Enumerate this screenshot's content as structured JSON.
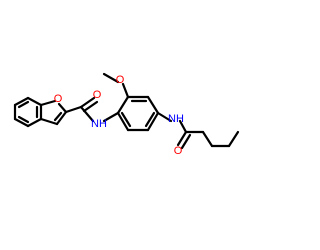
{
  "molecule": {
    "atoms": {
      "furan_o": "O",
      "amide_left_o": "O",
      "amide_left_nh": "NH",
      "methoxy_o": "O",
      "amide_right_nh": "NH",
      "amide_right_o": "O"
    },
    "colors": {
      "oxygen": "#ff0000",
      "nitrogen": "#0000ff",
      "bond": "#000000",
      "background": "#ffffff"
    }
  }
}
